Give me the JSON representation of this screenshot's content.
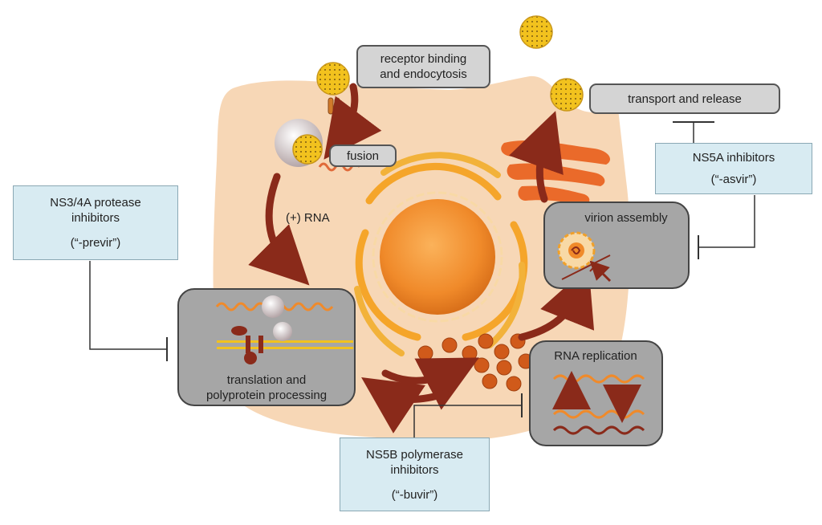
{
  "labels": {
    "receptor_binding": [
      "receptor binding",
      "and endocytosis"
    ],
    "fusion": "fusion",
    "rna_plus": "(+) RNA",
    "transport_release": "transport and release",
    "virion_assembly": "virion assembly",
    "translation": [
      "translation and",
      "polyprotein processing"
    ],
    "rna_replication": "RNA replication"
  },
  "drugs": {
    "ns34a": {
      "line1": "NS3/4A protease",
      "line2": "inhibitors",
      "suffix": "(“-previr”)"
    },
    "ns5a": {
      "line1": "NS5A inhibitors",
      "suffix": "(“-asvir”)"
    },
    "ns5b": {
      "line1": "NS5B polymerase",
      "line2": "inhibitors",
      "suffix": "(“-buvir”)"
    }
  },
  "colors": {
    "cell": "#f7d7b6",
    "arrow": "#8a2a1a",
    "virion": "#f2c21e",
    "nucleus": "#f08a2a",
    "step_box": "#d4d4d4",
    "drug_box": "#d8ebf2",
    "golgi": "#ea6a2a"
  }
}
